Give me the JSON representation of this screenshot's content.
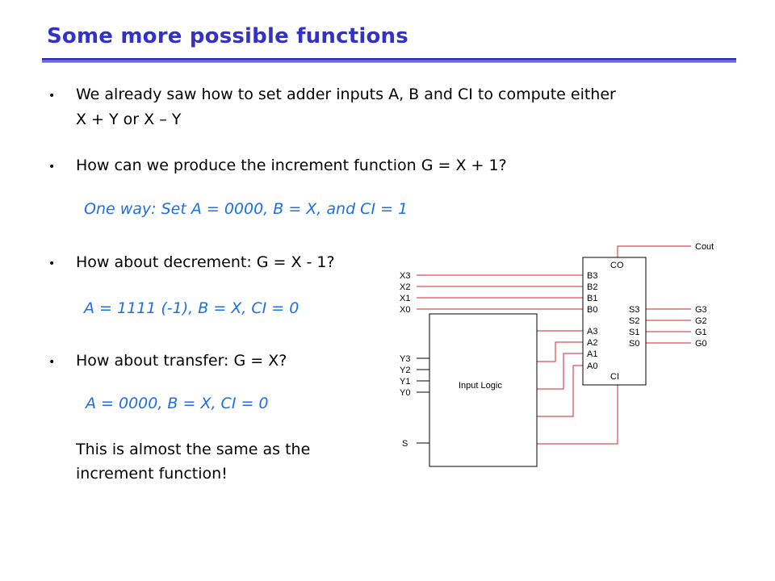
{
  "slide": {
    "title": "Some more possible functions",
    "bullets": [
      {
        "text_line1": "We already saw how to set adder inputs A, B and CI to compute either",
        "text_line2": "X + Y or X – Y"
      },
      {
        "text": "How can we produce the increment function G = X + 1?",
        "answer": "One way: Set A = 0000, B = X, and CI = 1"
      },
      {
        "text": "How about decrement: G = X - 1?",
        "answer": "A = 1111 (-1), B = X,  CI = 0"
      },
      {
        "text": "How about transfer: G = X?",
        "answer": "A = 0000, B = X,  CI = 0",
        "note_line1": "This is almost the same as the",
        "note_line2": "increment function!"
      }
    ],
    "bullet_symbol": "•"
  },
  "diagram": {
    "input_logic_label": "Input Logic",
    "left_inputs_x": [
      "X3",
      "X2",
      "X1",
      "X0"
    ],
    "left_inputs_y": [
      "Y3",
      "Y2",
      "Y1",
      "Y0"
    ],
    "left_input_s": "S",
    "adder_b_inputs": [
      "B3",
      "B2",
      "B1",
      "B0"
    ],
    "adder_a_inputs": [
      "A3",
      "A2",
      "A1",
      "A0"
    ],
    "adder_outputs": [
      "S3",
      "S2",
      "S1",
      "S0"
    ],
    "adder_co": "CO",
    "adder_ci": "CI",
    "cout_label": "Cout",
    "g_outputs": [
      "G3",
      "G2",
      "G1",
      "G0"
    ]
  },
  "colors": {
    "title": "#3232c8",
    "answer": "#1e6ee8",
    "wire": "#d0262b"
  }
}
